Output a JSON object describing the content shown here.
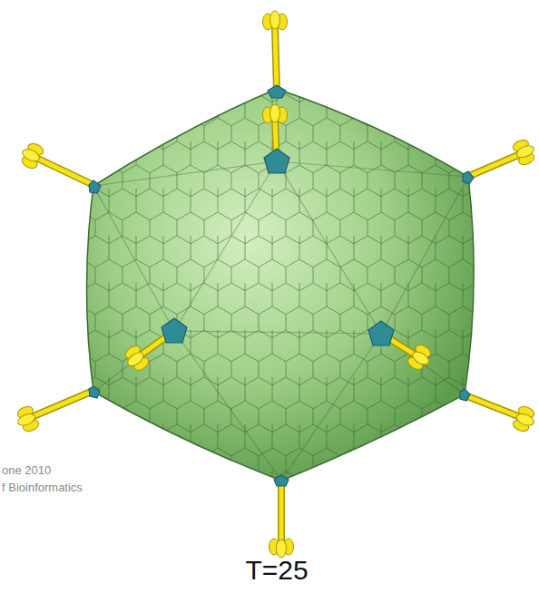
{
  "diagram": {
    "caption": "T=25",
    "labels": [
      "one 2010",
      "f Bioinformatics"
    ]
  }
}
